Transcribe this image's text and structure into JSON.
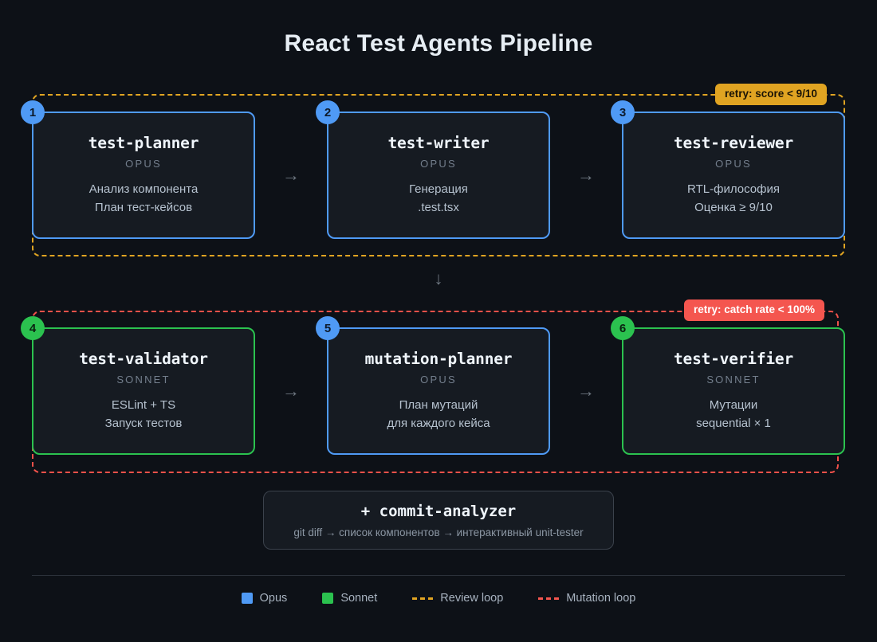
{
  "title": "React Test Agents Pipeline",
  "colors": {
    "opus": "#4f9af5",
    "sonnet": "#2bc24f",
    "review_loop": "#e0a422",
    "mutation_loop": "#f4564f",
    "background": "#0d1117",
    "card_background": "#161b22"
  },
  "loops": [
    {
      "id": "review-loop",
      "retry_label": "retry: score < 9/10",
      "border_color": "#e0a422"
    },
    {
      "id": "mutation-loop",
      "retry_label": "retry: catch rate < 100%",
      "border_color": "#f4564f"
    }
  ],
  "row1": {
    "cards": [
      {
        "number": "1",
        "name": "test-planner",
        "model": "OPUS",
        "line1": "Анализ компонента",
        "line2": "План тест-кейсов"
      },
      {
        "number": "2",
        "name": "test-writer",
        "model": "OPUS",
        "line1": "Генерация",
        "line2": ".test.tsx"
      },
      {
        "number": "3",
        "name": "test-reviewer",
        "model": "OPUS",
        "line1": "RTL-философия",
        "line2": "Оценка ≥ 9/10"
      }
    ],
    "arrow": "→"
  },
  "row2": {
    "cards": [
      {
        "number": "4",
        "name": "test-validator",
        "model": "SONNET",
        "line1": "ESLint + TS",
        "line2": "Запуск тестов"
      },
      {
        "number": "5",
        "name": "mutation-planner",
        "model": "OPUS",
        "line1": "План мутаций",
        "line2": "для каждого кейса"
      },
      {
        "number": "6",
        "name": "test-verifier",
        "model": "SONNET",
        "line1": "Мутации",
        "line2": "sequential × 1"
      }
    ],
    "arrow": "→"
  },
  "row_connector_arrow": "↓",
  "extra": {
    "title": "+ commit-analyzer",
    "subtitle": "git diff → список компонентов → интерактивный unit-tester"
  },
  "legend": [
    {
      "label": "Opus",
      "type": "swatch",
      "color": "#4f9af5"
    },
    {
      "label": "Sonnet",
      "type": "swatch",
      "color": "#2bc24f"
    },
    {
      "label": "Review loop",
      "type": "dash",
      "color": "#e0a422"
    },
    {
      "label": "Mutation loop",
      "type": "dash",
      "color": "#f4564f"
    }
  ]
}
